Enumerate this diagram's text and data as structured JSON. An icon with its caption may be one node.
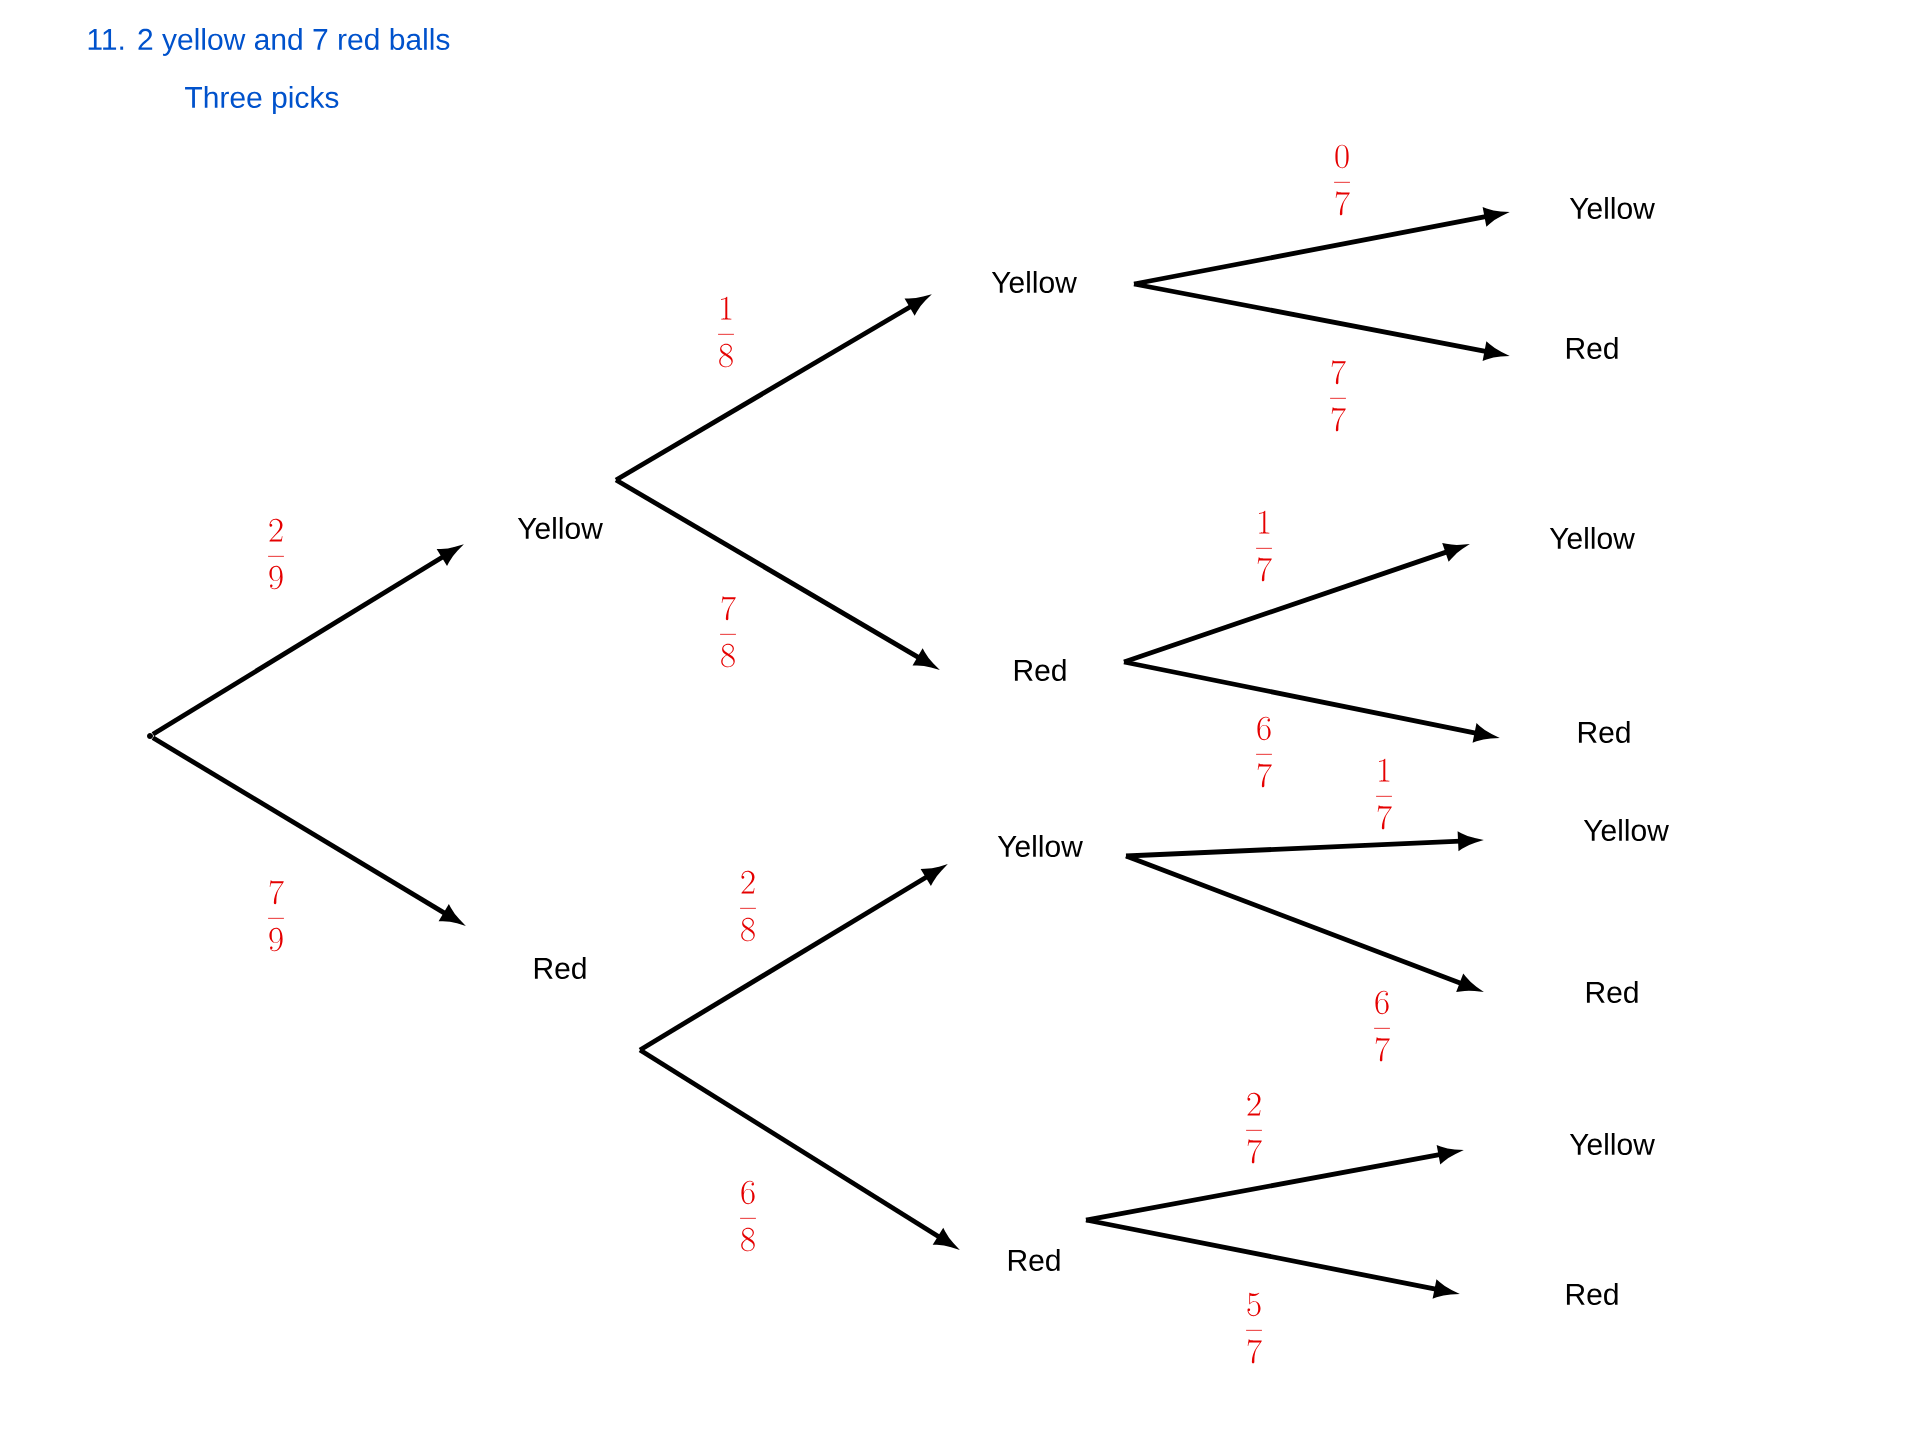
{
  "diagram": {
    "title": "11. 2 yellow and 7 red balls",
    "nodes": [
      {
        "text": [],
        "shape": "point"
      },
      {
        "text": [
          "Yellow"
        ]
      },
      {
        "text": [
          "Red"
        ]
      },
      {
        "text": [
          "Yellow"
        ]
      },
      {
        "text": [
          "Red"
        ]
      },
      {
        "text": [
          "Yellow"
        ]
      },
      {
        "text": [
          "Red"
        ]
      },
      {
        "text": [
          "Yellow"
        ]
      },
      {
        "text": [
          "Red"
        ]
      },
      {
        "text": [
          "Yellow"
        ]
      },
      {
        "text": [
          "Red"
        ]
      },
      {
        "text": [
          "Yellow"
        ]
      },
      {
        "text": [
          "Red"
        ]
      },
      {
        "text": [
          "Yellow"
        ]
      },
      {
        "text": [
          "Red"
        ]
      }
    ],
    "edges": [
      {
        "from": 0,
        "to": 1,
        "arrow": "to",
        "label": "\\frac{2}{9}"
      },
      {
        "from": 0,
        "to": 2,
        "arrow": "to",
        "label": "\\frac{7}{9}"
      },
      {
        "from": 1,
        "to": 3,
        "arrow": "to",
        "label": "\\frac{1}{8}"
      },
      {
        "from": 1,
        "to": 4,
        "arrow": "to",
        "label": "\\frac{7}{8}"
      },
      {
        "from": 2,
        "to": 5,
        "arrow": "to",
        "label": "\\frac{2}{8}"
      },
      {
        "from": 2,
        "to": 6,
        "arrow": "to",
        "label": "\\frac{6}{8}"
      },
      {
        "from": 3,
        "to": 7,
        "arrow": "to",
        "label": "\\frac{0}{7}"
      },
      {
        "from": 3,
        "to": 8,
        "arrow": "to",
        "label": "\\frac{7}{7}"
      },
      {
        "from": 4,
        "to": 9,
        "arrow": "to",
        "label": "\\frac{1}{7}"
      },
      {
        "from": 4,
        "to": 10,
        "arrow": "to",
        "label": "\\frac{6}{7}"
      },
      {
        "from": 5,
        "to": 11,
        "arrow": "to",
        "label": "\\frac{1}{7}"
      },
      {
        "from": 5,
        "to": 12,
        "arrow": "to",
        "label": "\\frac{6}{7}"
      },
      {
        "from": 6,
        "to": 13,
        "arrow": "to",
        "label": "\\frac{2}{7}"
      },
      {
        "from": 6,
        "to": 14,
        "arrow": "to",
        "label": "\\frac{5}{7}"
      }
    ],
    "labels": [
      "Three picks"
    ]
  }
}
